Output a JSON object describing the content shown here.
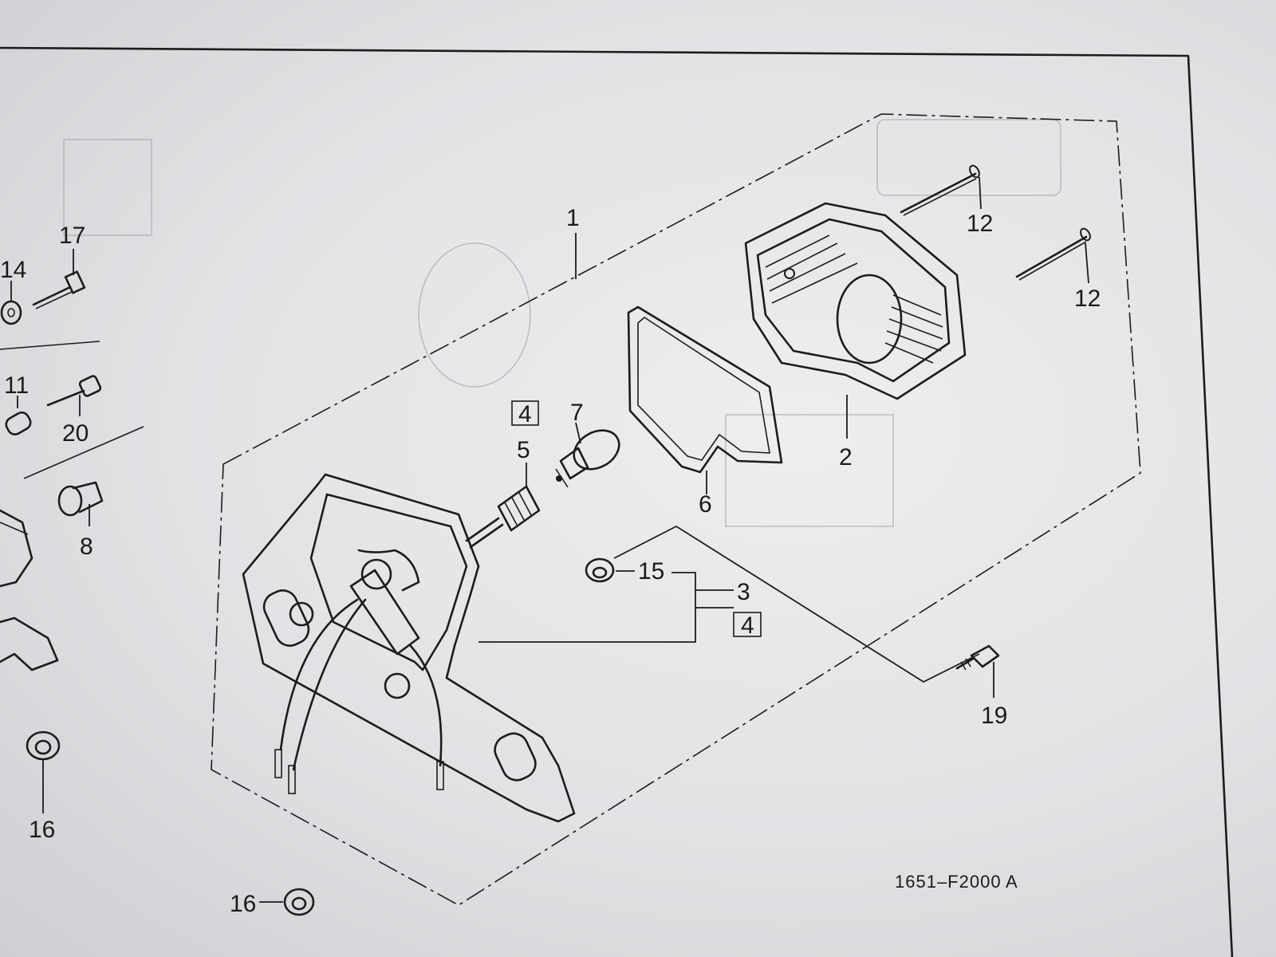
{
  "callouts": {
    "c1": "1",
    "c2": "2",
    "c3": "3",
    "c4a": "4",
    "c4b": "4",
    "c5": "5",
    "c6": "6",
    "c7": "7",
    "c8": "8",
    "c11": "11",
    "c12a": "12",
    "c12b": "12",
    "c14": "14",
    "c15": "15",
    "c16a": "16",
    "c16b": "16",
    "c17": "17",
    "c19": "19",
    "c20": "20"
  },
  "figure_code": "1651–F2000 A"
}
